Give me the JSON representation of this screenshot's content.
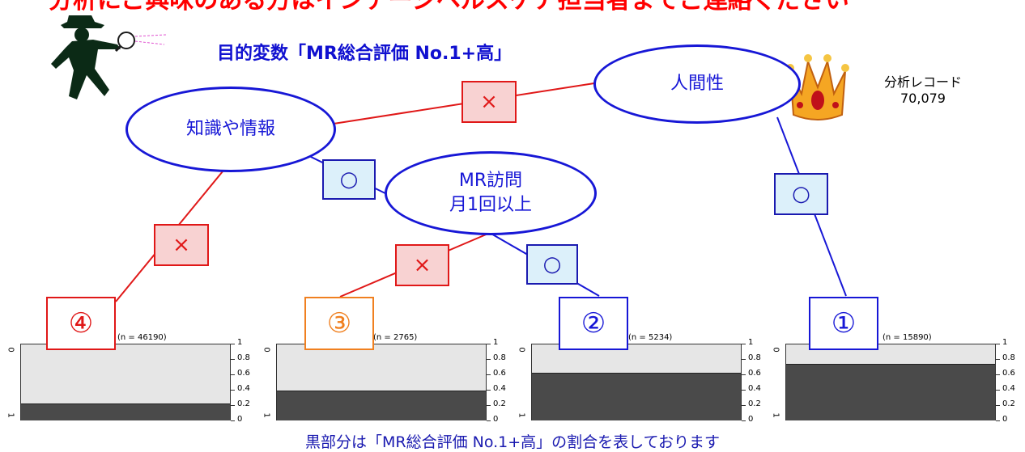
{
  "header": {
    "banner_text": "分析にご興味のある方はインテージヘルスケア担当者までご連絡ください",
    "title": "目的変数「MR総合評価 No.1+高」",
    "record_label": "分析レコード",
    "record_count": "70,079"
  },
  "tree": {
    "nodes": {
      "humanity": "人間性",
      "knowledge": "知識や情報",
      "mr_visit": "MR訪問\n月1回以上"
    },
    "marks": {
      "no": "×",
      "yes": "○"
    }
  },
  "chart_data": [
    {
      "type": "bar",
      "leaf": "④",
      "n_label": "(n = 46190)",
      "ylim": [
        0,
        1
      ],
      "value": 0.22,
      "categories": [
        "0",
        "1"
      ],
      "yticks": [
        "1",
        "0.8",
        "0.6",
        "0.4",
        "0.2",
        "0"
      ]
    },
    {
      "type": "bar",
      "leaf": "③",
      "n_label": "(n = 2765)",
      "ylim": [
        0,
        1
      ],
      "value": 0.39,
      "categories": [
        "0",
        "1"
      ],
      "yticks": [
        "1",
        "0.8",
        "0.6",
        "0.4",
        "0.2",
        "0"
      ]
    },
    {
      "type": "bar",
      "leaf": "②",
      "n_label": "(n = 5234)",
      "ylim": [
        0,
        1
      ],
      "value": 0.62,
      "categories": [
        "0",
        "1"
      ],
      "yticks": [
        "1",
        "0.8",
        "0.6",
        "0.4",
        "0.2",
        "0"
      ]
    },
    {
      "type": "bar",
      "leaf": "①",
      "n_label": "(n = 15890)",
      "ylim": [
        0,
        1
      ],
      "value": 0.74,
      "categories": [
        "0",
        "1"
      ],
      "yticks": [
        "1",
        "0.8",
        "0.6",
        "0.4",
        "0.2",
        "0"
      ]
    }
  ],
  "footer": {
    "note": "黒部分は「MR総合評価 No.1+高」の割合を表しております"
  },
  "colors": {
    "accent_blue": "#1717d6",
    "no_red": "#e01818",
    "leaf3_orange": "#f08020",
    "bar_dark": "#4a4a4a",
    "bar_light": "#e6e6e6"
  }
}
